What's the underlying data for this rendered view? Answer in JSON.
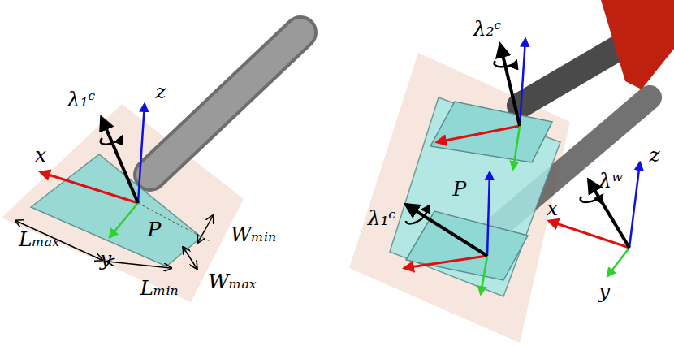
{
  "diagram": {
    "labels": [
      "λ₁ᶜ",
      "z",
      "x",
      "P",
      "y",
      "Lₘₐₓ",
      "Wₘᵢₙ",
      "Lₘᵢₙ",
      "Wₘₐₓ",
      "λ₂ᶜ",
      "P",
      "λ₁ᶜ",
      "λʷ",
      "x",
      "z",
      "y"
    ]
  }
}
